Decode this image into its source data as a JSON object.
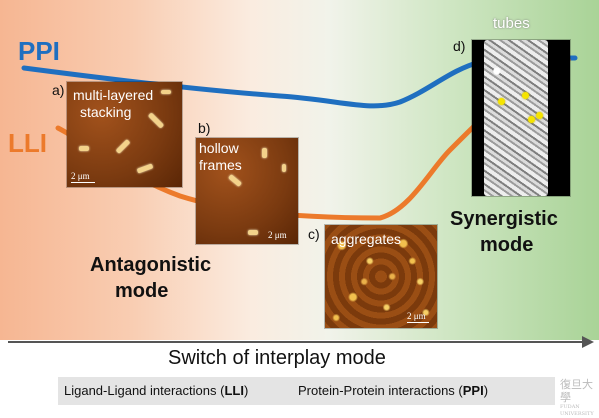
{
  "labels": {
    "ppi": "PPI",
    "lli": "LLI",
    "panel_a": "a)",
    "panel_a_text_1": "multi-layered",
    "panel_a_text_2": "stacking",
    "panel_b": "b)",
    "panel_b_text_1": "hollow",
    "panel_b_text_2": "frames",
    "panel_c": "c)",
    "panel_c_text": "aggregates",
    "panel_d": "d)",
    "panel_d_text": "tubes",
    "scale": "2 μm",
    "antagonistic_1": "Antagonistic",
    "antagonistic_2": "mode",
    "synergistic_1": "Synergistic",
    "synergistic_2": "mode",
    "axis": "Switch of interplay mode",
    "legend_lli_prefix": "Ligand-Ligand interactions (",
    "legend_lli_abbr": "LLI",
    "legend_lli_suffix": ")",
    "legend_ppi_prefix": "Protein-Protein interactions (",
    "legend_ppi_abbr": "PPI",
    "legend_ppi_suffix": ")",
    "watermark_cn": "復旦大學",
    "watermark_en": "FUDAN UNIVERSITY"
  },
  "colors": {
    "ppi": "#1f6fc0",
    "lli": "#ec7a2b",
    "text_dark": "#111111",
    "axis": "#555555"
  }
}
